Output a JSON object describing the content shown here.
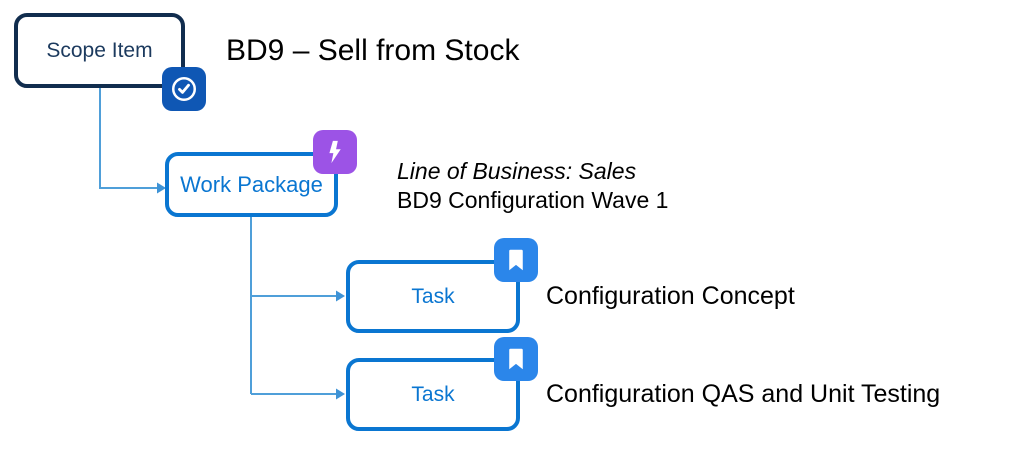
{
  "diagram": {
    "title": "BD9 – Sell from Stock",
    "scope_item": {
      "label": "Scope Item",
      "badge_icon": "check-circle-icon"
    },
    "work_package": {
      "label": "Work Package",
      "badge_icon": "lightning-icon",
      "annotation_line1": "Line of Business: Sales",
      "annotation_line2": "BD9 Configuration Wave 1"
    },
    "tasks": [
      {
        "label": "Task",
        "badge_icon": "bookmark-icon",
        "annotation": "Configuration Concept"
      },
      {
        "label": "Task",
        "badge_icon": "bookmark-icon",
        "annotation": "Configuration QAS and Unit Testing"
      }
    ],
    "colors": {
      "scope_item_border": "#112d4e",
      "scope_item_text": "#1c3a5e",
      "node_blue": "#0a76d1",
      "badge_check_bg": "#0f57b4",
      "badge_lightning_bg": "#9c53e6",
      "badge_bookmark_bg": "#2b86ea",
      "connector_line": "#4f9fd9",
      "annotation_text": "#000000"
    }
  }
}
